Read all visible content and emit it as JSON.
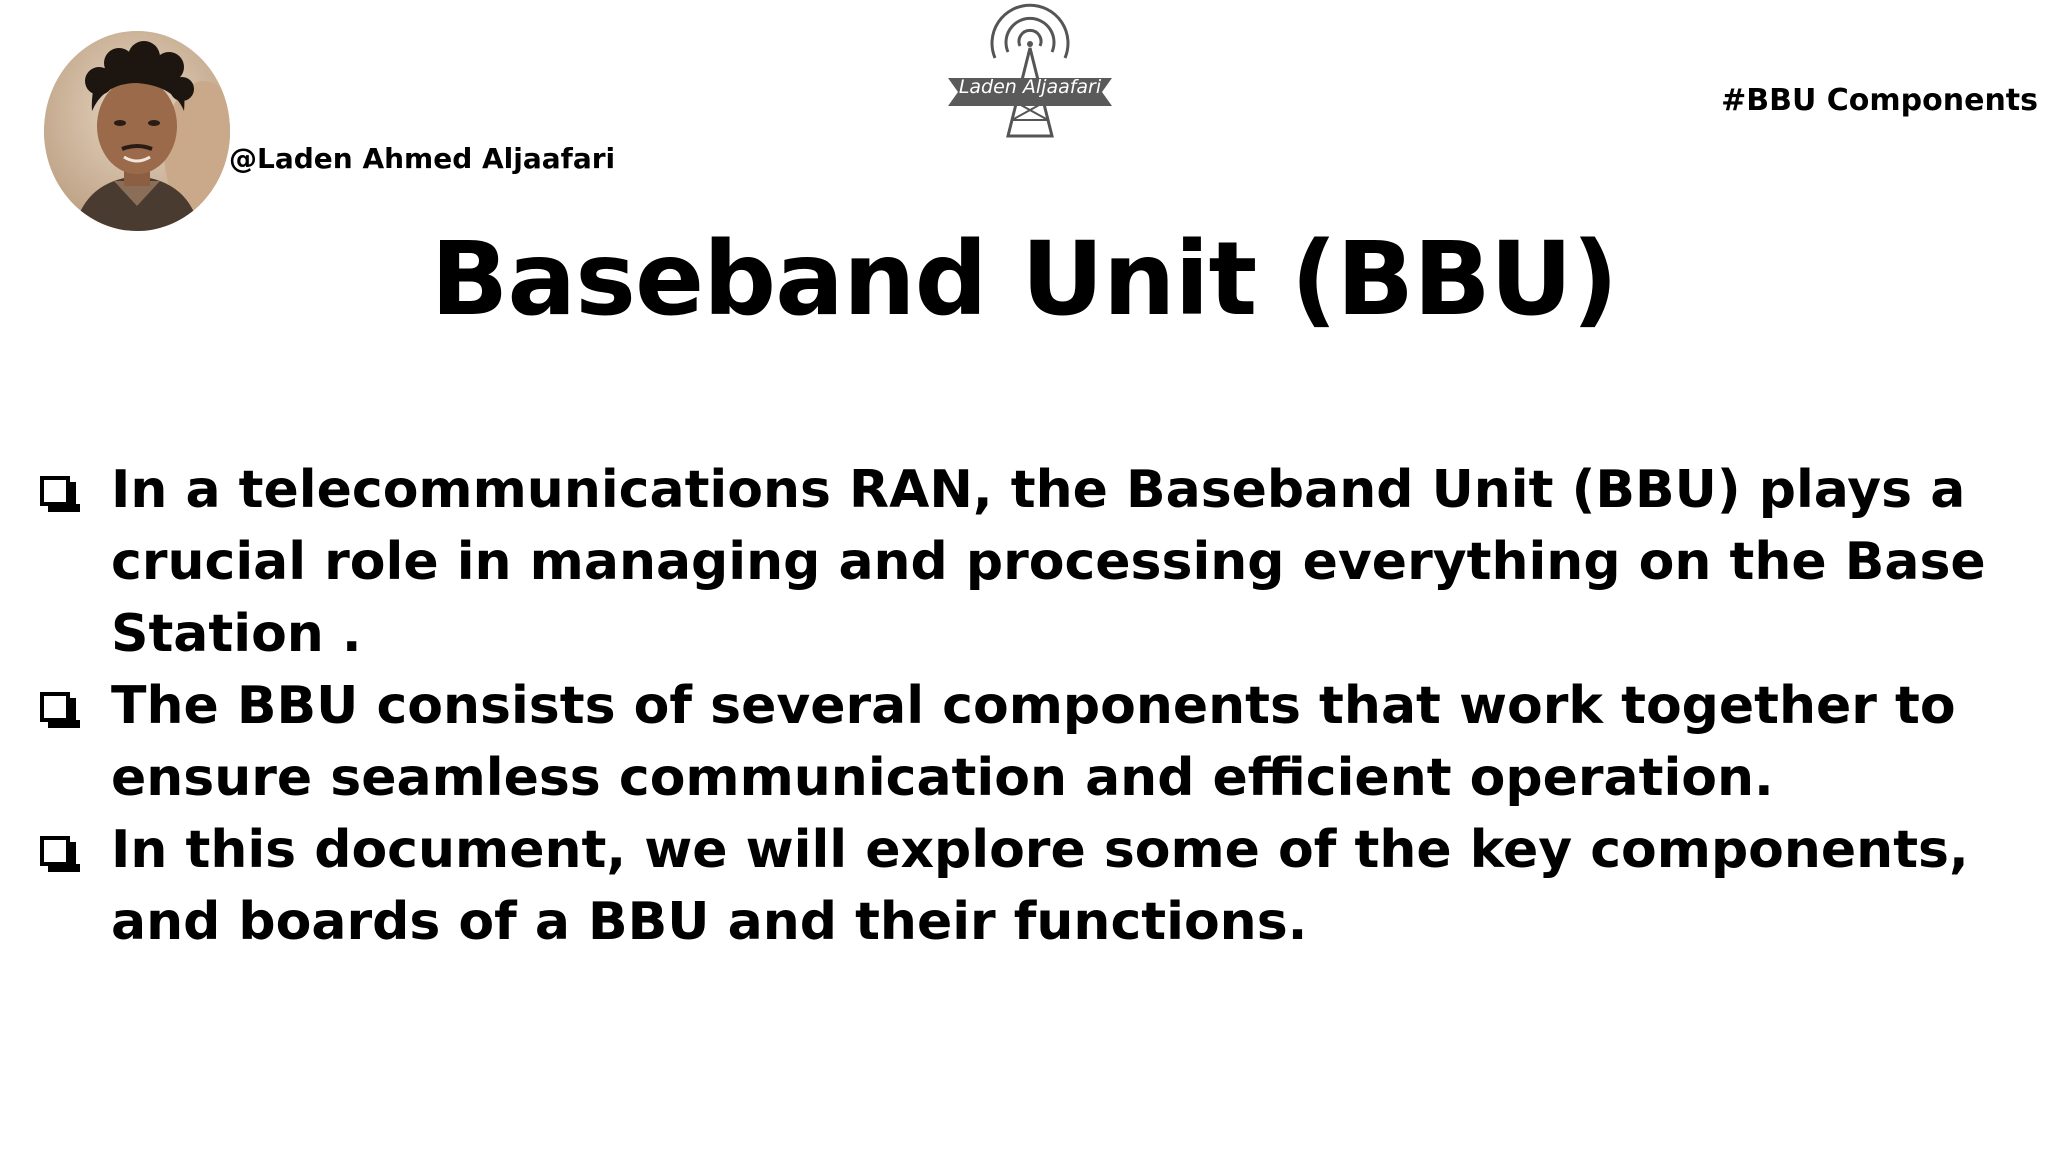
{
  "author": {
    "handle": "@Laden Ahmed Aljaafari"
  },
  "logo": {
    "text": "Laden Aljaafari",
    "icon": "radio-tower-icon"
  },
  "hashtag": "#BBU Components",
  "title": "Baseband Unit (BBU)",
  "bullets": [
    "In a telecommunications RAN, the Baseband Unit (BBU) plays a crucial role in managing and processing everything on the Base Station .",
    "The BBU consists of several components that work together to ensure seamless communication and efficient operation.",
    "In this document, we will explore some of the key components, and boards of a BBU and their functions."
  ],
  "bullet_icon": "checkbox-square-icon",
  "colors": {
    "text": "#000000",
    "background": "#ffffff"
  }
}
